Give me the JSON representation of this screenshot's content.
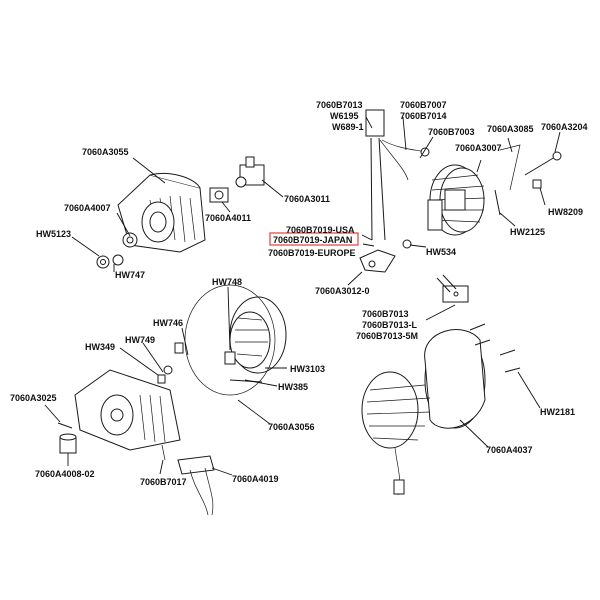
{
  "diagram": {
    "labels": {
      "l7060B7013a": "7060B7013",
      "lW6195": "W6195",
      "lW689": "W689-1",
      "l7060B7007": "7060B7007",
      "l7060B7014": "7060B7014",
      "l7060B7003": "7060B7003",
      "l7060A3085": "7060A3085",
      "l7060A3204": "7060A3204",
      "l7060A3007": "7060A3007",
      "l7060A3055": "7060A3055",
      "l7060A3011": "7060A3011",
      "l7060A4007": "7060A4007",
      "l7060A4011": "7060A4011",
      "lHW5123": "HW5123",
      "lHW747": "HW747",
      "lHW8209": "HW8209",
      "lHW2125": "HW2125",
      "l7060B7019USA": "7060B7019-USA",
      "l7060B7019JAPAN": "7060B7019-JAPAN",
      "l7060B7019EUROPE": "7060B7019-EUROPE",
      "lHW534": "HW534",
      "l7060A30120": "7060A3012-0",
      "lHW748": "HW748",
      "lHW746": "HW746",
      "lHW349": "HW349",
      "lHW749": "HW749",
      "l7060B7013b": "7060B7013",
      "l7060B7013L": "7060B7013-L",
      "l7060B70135M": "7060B7013-5M",
      "lHW3103": "HW3103",
      "lHW385": "HW385",
      "l7060A3025": "7060A3025",
      "l7060A3056": "7060A3056",
      "lHW2181": "HW2181",
      "l7060A4037": "7060A4037",
      "l7060A400802": "7060A4008-02",
      "l7060B7017": "7060B7017",
      "l7060A4019": "7060A4019"
    }
  }
}
